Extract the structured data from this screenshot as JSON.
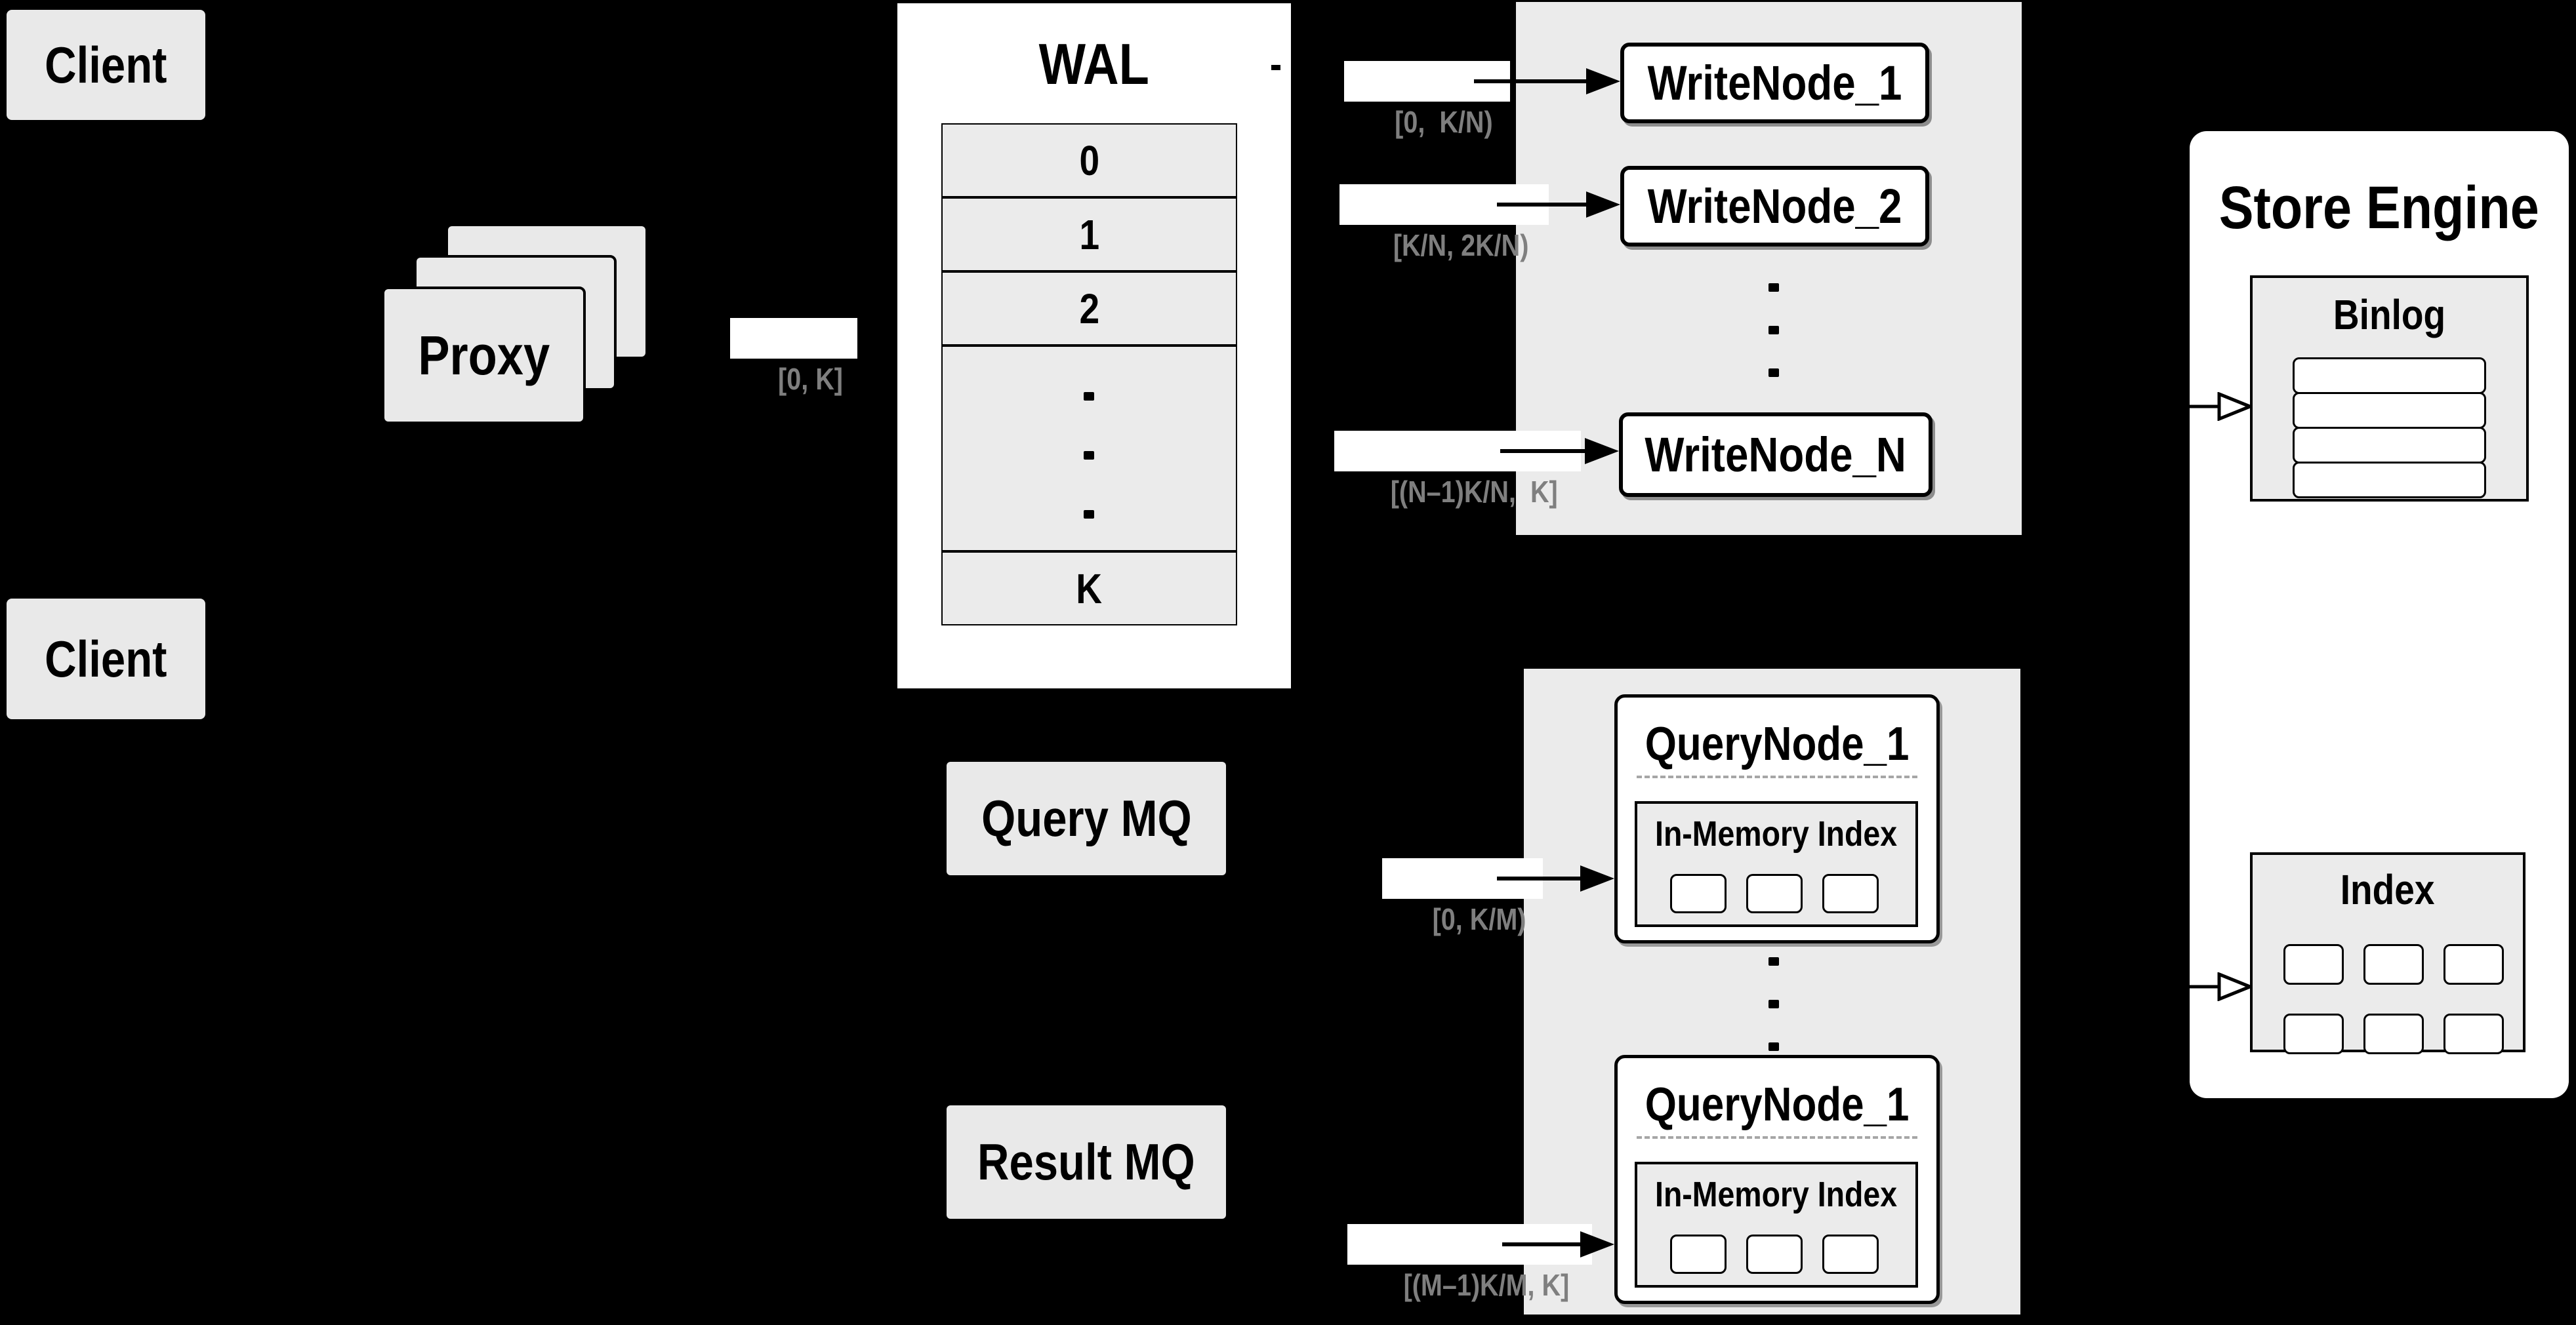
{
  "colors": {
    "background": "#000000",
    "node_gray": "#e9e9e9",
    "panel_gray": "#ebebeb",
    "node_white": "#ffffff",
    "line_black": "#000000",
    "range_label_text": "#7f7f7f",
    "divider_gray": "#a6a6a6"
  },
  "clients": {
    "top_label": "Client",
    "bottom_label": "Client"
  },
  "proxy": {
    "label": "Proxy",
    "range_to_wal": "[0, K]"
  },
  "wal": {
    "title": "WAL",
    "segments": [
      "0",
      "1",
      "2"
    ],
    "segment_last": "K"
  },
  "write_group": {
    "nodes": [
      {
        "label": "WriteNode_1",
        "range": "[0,  K/N)"
      },
      {
        "label": "WriteNode_2",
        "range": "[K/N, 2K/N)"
      },
      {
        "label": "WriteNode_N",
        "range": "[(N–1)K/N,  K]"
      }
    ]
  },
  "store_engine": {
    "title": "Store Engine",
    "binlog": {
      "title": "Binlog",
      "row_count": 4
    },
    "index": {
      "title": "Index",
      "cell_count": 6
    }
  },
  "query_group": {
    "nodes": [
      {
        "label": "QueryNode_1",
        "inner_title": "In-Memory Index",
        "range": "[0, K/M)"
      },
      {
        "label": "QueryNode_1",
        "inner_title": "In-Memory Index",
        "range": "[(M–1)K/M, K]"
      }
    ]
  },
  "mq": {
    "query_label": "Query MQ",
    "result_label": "Result MQ"
  }
}
